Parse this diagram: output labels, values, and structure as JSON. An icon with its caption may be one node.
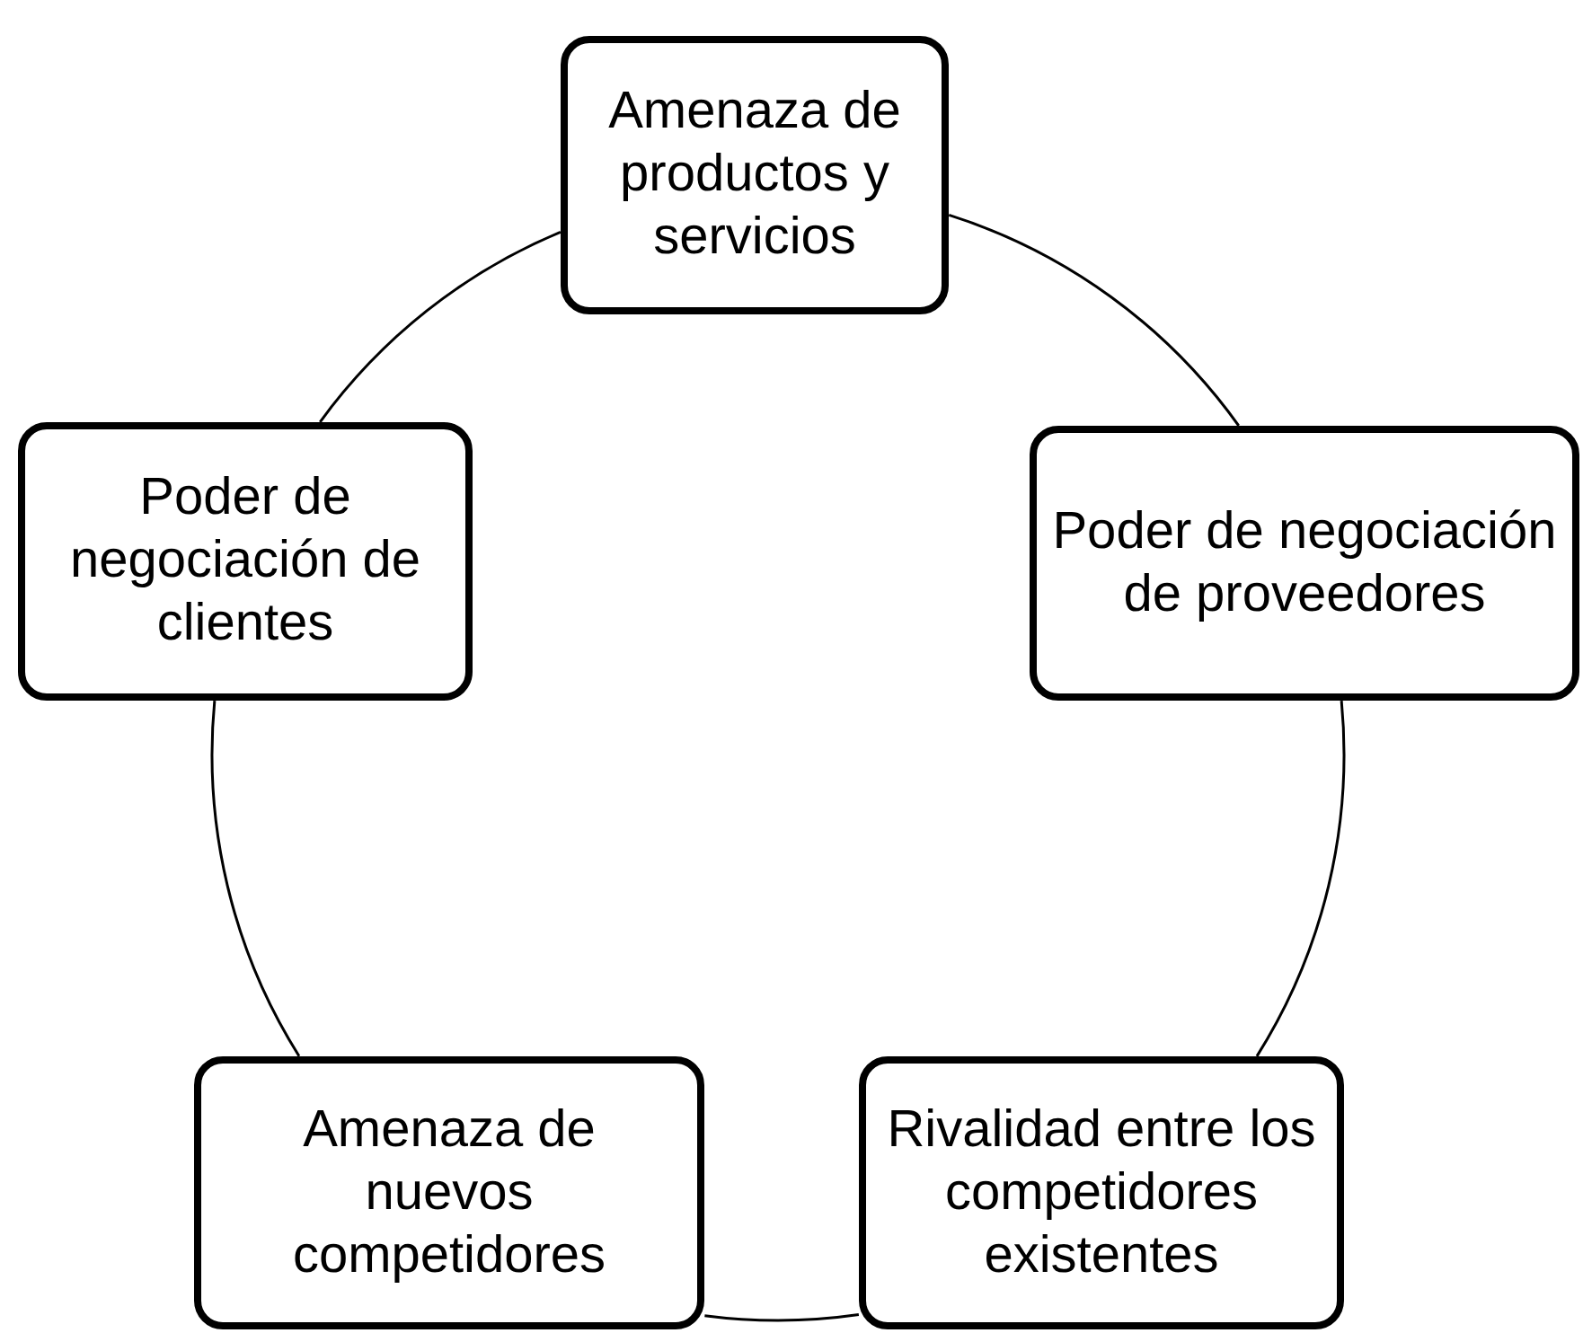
{
  "diagram": {
    "nodes": [
      {
        "text": [
          "Amenaza de productos y servicios"
        ]
      },
      {
        "text": [
          "Poder de negociación de proveedores"
        ]
      },
      {
        "text": [
          "Rivalidad entre los competidores existentes"
        ]
      },
      {
        "text": [
          "Amenaza de nuevos competidores"
        ]
      },
      {
        "text": [
          "Poder de negociación de clientes"
        ]
      }
    ],
    "edges": [
      {
        "from": 0,
        "to": 1,
        "arrow": "none"
      },
      {
        "from": 1,
        "to": 2,
        "arrow": "none"
      },
      {
        "from": 2,
        "to": 3,
        "arrow": "none"
      },
      {
        "from": 3,
        "to": 4,
        "arrow": "none"
      },
      {
        "from": 4,
        "to": 0,
        "arrow": "none"
      }
    ]
  }
}
